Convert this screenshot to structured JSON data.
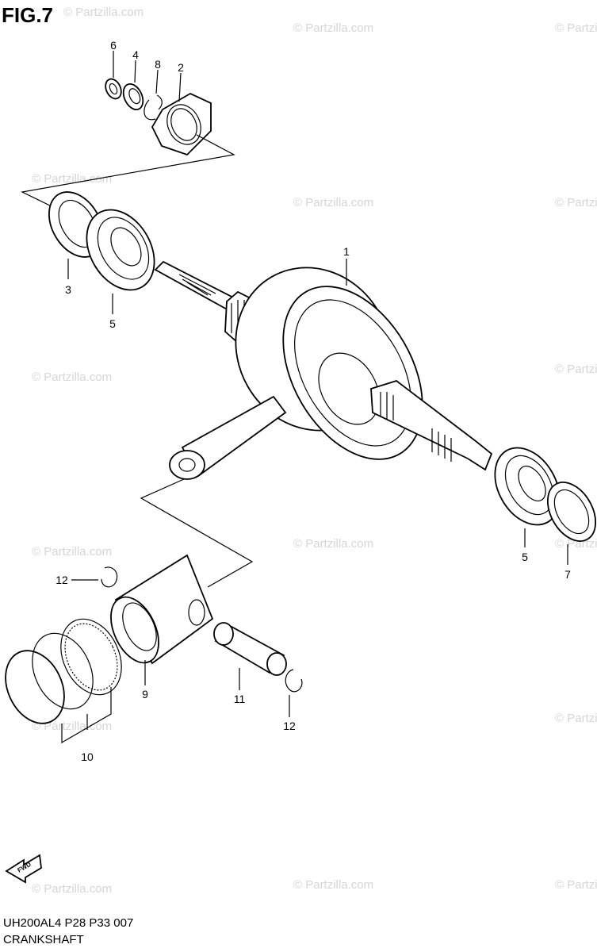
{
  "figure": {
    "title": "FIG.7",
    "model_code": "UH200AL4 P28 P33 007",
    "name": "CRANKSHAFT"
  },
  "watermark": "© Partzilla.com",
  "fwd_label": "FWD",
  "callouts": [
    "1",
    "2",
    "3",
    "4",
    "5",
    "5",
    "6",
    "7",
    "8",
    "9",
    "10",
    "11",
    "12",
    "12"
  ]
}
